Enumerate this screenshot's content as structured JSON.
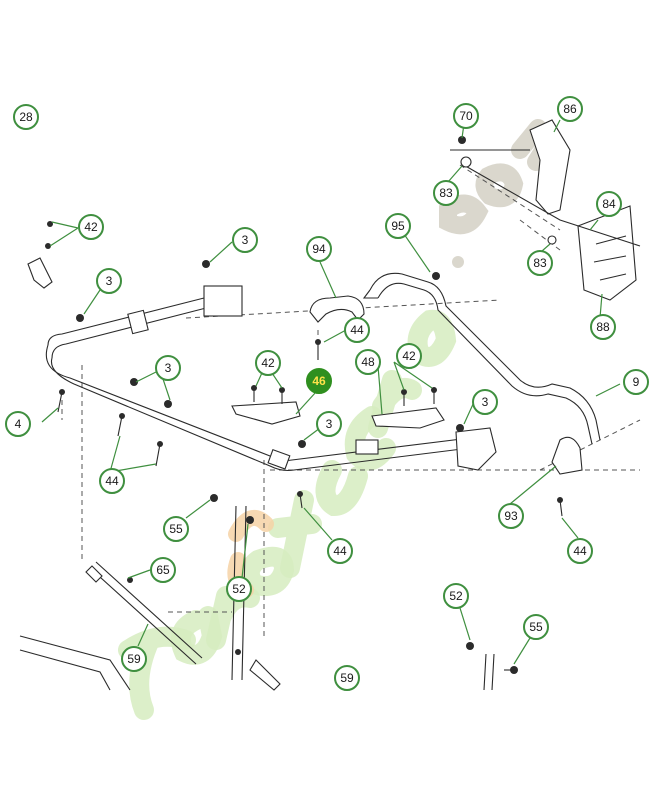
{
  "callouts": [
    {
      "id": "c28",
      "label": "28"
    },
    {
      "id": "c70",
      "label": "70"
    },
    {
      "id": "c86",
      "label": "86"
    },
    {
      "id": "c83a",
      "label": "83"
    },
    {
      "id": "c84",
      "label": "84"
    },
    {
      "id": "c83b",
      "label": "83"
    },
    {
      "id": "c88",
      "label": "88"
    },
    {
      "id": "c42a",
      "label": "42"
    },
    {
      "id": "c3a",
      "label": "3"
    },
    {
      "id": "c94",
      "label": "94"
    },
    {
      "id": "c95",
      "label": "95"
    },
    {
      "id": "c3b",
      "label": "3"
    },
    {
      "id": "c44a",
      "label": "44"
    },
    {
      "id": "c42b",
      "label": "42"
    },
    {
      "id": "c46",
      "label": "46",
      "selected": true
    },
    {
      "id": "c48",
      "label": "48"
    },
    {
      "id": "c42c",
      "label": "42"
    },
    {
      "id": "c9",
      "label": "9"
    },
    {
      "id": "c3c",
      "label": "3"
    },
    {
      "id": "c3d",
      "label": "3"
    },
    {
      "id": "c3e",
      "label": "3"
    },
    {
      "id": "c4",
      "label": "4"
    },
    {
      "id": "c44b",
      "label": "44"
    },
    {
      "id": "c55a",
      "label": "55"
    },
    {
      "id": "c44c",
      "label": "44"
    },
    {
      "id": "c93",
      "label": "93"
    },
    {
      "id": "c44d",
      "label": "44"
    },
    {
      "id": "c65",
      "label": "65"
    },
    {
      "id": "c52a",
      "label": "52"
    },
    {
      "id": "c52b",
      "label": "52"
    },
    {
      "id": "c55b",
      "label": "55"
    },
    {
      "id": "c59a",
      "label": "59"
    },
    {
      "id": "c59b",
      "label": "59"
    }
  ],
  "watermark": {
    "brand_color": "#d6ecc0",
    "domain_color": "#d4d0c4",
    "accent_color": "#f6d2a6"
  },
  "colors": {
    "callout_border": "#3f8f3f",
    "selected_fill": "#2f8f1f",
    "selected_text": "#ffe24a",
    "line": "#2b2b2b"
  }
}
